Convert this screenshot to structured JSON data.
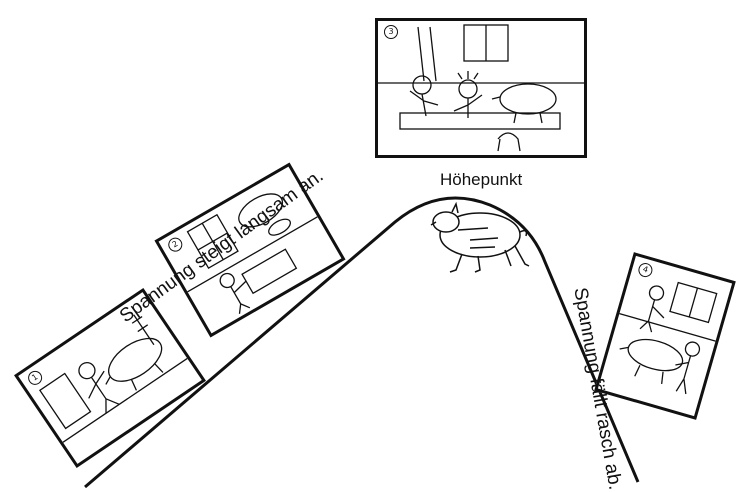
{
  "labels": {
    "rise": "Spannung steigt langsam an.",
    "peak": "Höhepunkt",
    "fall": "Spannung fällt rasch ab."
  },
  "panels": [
    {
      "number": "1",
      "scene": "person with bucket and broom next to a pig"
    },
    {
      "number": "2",
      "scene": "boy at a crate, pig and dog by a window"
    },
    {
      "number": "3",
      "scene": "people frightened by a pig in a kitchen"
    },
    {
      "number": "4",
      "scene": "people chasing a pig out of a room"
    }
  ],
  "tension_curve": {
    "shape": "rise-slow, peak, fall-fast",
    "peak_mark": "pig drawing at the top of the curve"
  },
  "colors": {
    "ink": "#111111",
    "paper": "#ffffff"
  }
}
